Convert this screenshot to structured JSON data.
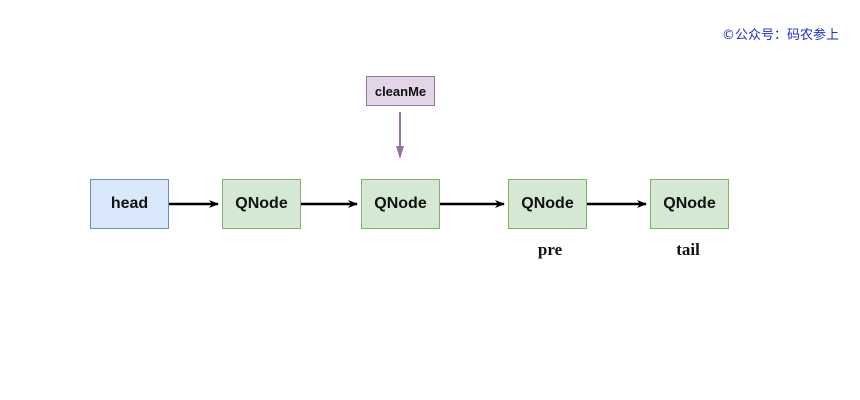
{
  "watermark": "©公众号：码农参上",
  "nodes": [
    {
      "label": "head",
      "kind": "head"
    },
    {
      "label": "QNode",
      "kind": "qnode"
    },
    {
      "label": "QNode",
      "kind": "qnode"
    },
    {
      "label": "QNode",
      "kind": "qnode"
    },
    {
      "label": "QNode",
      "kind": "qnode"
    }
  ],
  "pointer": {
    "label": "cleanMe",
    "target_node_index": 2
  },
  "node_labels": {
    "pre": "pre",
    "tail": "tail"
  },
  "colors": {
    "head_fill": "#dae8fc",
    "head_stroke": "#6c8ebf",
    "qnode_fill": "#d5e8d4",
    "qnode_stroke": "#82b366",
    "pointer_fill": "#e1d5e7",
    "pointer_stroke": "#9673a6",
    "edge": "#000000",
    "pointer_edge": "#9673a6",
    "watermark": "#1a2ec2"
  }
}
